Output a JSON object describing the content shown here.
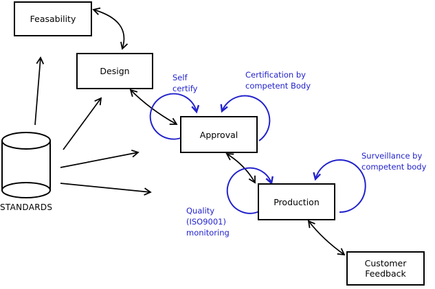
{
  "diagram": {
    "colors": {
      "annotation_blue": "#2222cc",
      "line_black": "#000000",
      "background": "#ffffff"
    },
    "nodes": [
      {
        "id": "feasability",
        "label": "Feasability"
      },
      {
        "id": "design",
        "label": "Design"
      },
      {
        "id": "approval",
        "label": "Approval"
      },
      {
        "id": "production",
        "label": "Production"
      },
      {
        "id": "customer-feedback",
        "lines": [
          "Customer",
          "Feedback"
        ]
      }
    ],
    "datastore": {
      "label": "STANDARDS"
    },
    "annotations": [
      {
        "id": "self-certify",
        "lines": [
          "Self",
          "certify"
        ]
      },
      {
        "id": "certification-by-competent-body",
        "lines": [
          "Certification by",
          "competent Body"
        ]
      },
      {
        "id": "surveillance-by-competent-body",
        "lines": [
          "Surveillance by",
          "competent body"
        ]
      },
      {
        "id": "quality-iso9001-monitoring",
        "lines": [
          "Quality",
          "(ISO9001)",
          "monitoring"
        ]
      }
    ]
  }
}
